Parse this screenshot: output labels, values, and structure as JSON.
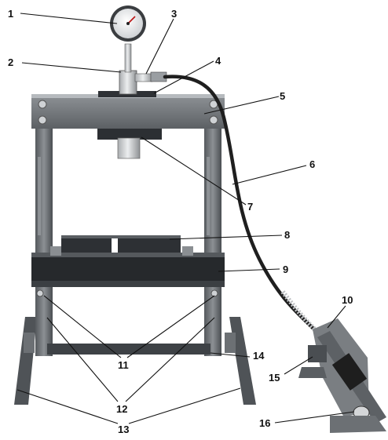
{
  "labels": {
    "l1": "1",
    "l2": "2",
    "l3": "3",
    "l4": "4",
    "l5": "5",
    "l6": "6",
    "l7": "7",
    "l8": "8",
    "l9": "9",
    "l10": "10",
    "l11": "11",
    "l12": "12",
    "l13": "13",
    "l14": "14",
    "l15": "15",
    "l16": "16"
  },
  "colors": {
    "frame_dark": "#3a3d40",
    "frame_mid": "#6b6f73",
    "frame_light": "#9a9ea2",
    "bolt": "#c9ccd0",
    "hose": "#2a2a2a",
    "steel": "#d6d8da",
    "background": "#ffffff"
  }
}
